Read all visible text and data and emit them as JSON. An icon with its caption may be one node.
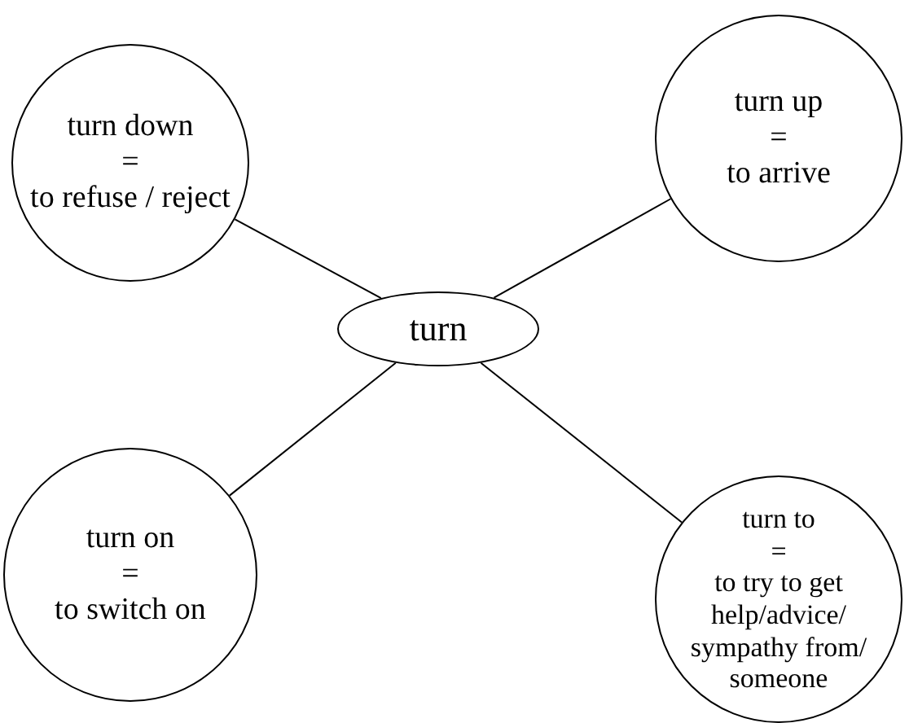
{
  "diagram": {
    "nodes": [
      {
        "text": [
          "turn"
        ]
      },
      {
        "text": [
          "turn down",
          "=",
          "to refuse / reject"
        ]
      },
      {
        "text": [
          "turn up",
          "=",
          "to arrive"
        ]
      },
      {
        "text": [
          "turn on",
          "=",
          "to switch on"
        ]
      },
      {
        "text": [
          "turn to",
          "=",
          "to try to get help/advice/ sympathy from/ someone"
        ]
      }
    ],
    "edges": [
      {
        "from": 0,
        "to": 1,
        "arrow": "none"
      },
      {
        "from": 0,
        "to": 2,
        "arrow": "none"
      },
      {
        "from": 0,
        "to": 3,
        "arrow": "none"
      },
      {
        "from": 0,
        "to": 4,
        "arrow": "none"
      }
    ]
  }
}
